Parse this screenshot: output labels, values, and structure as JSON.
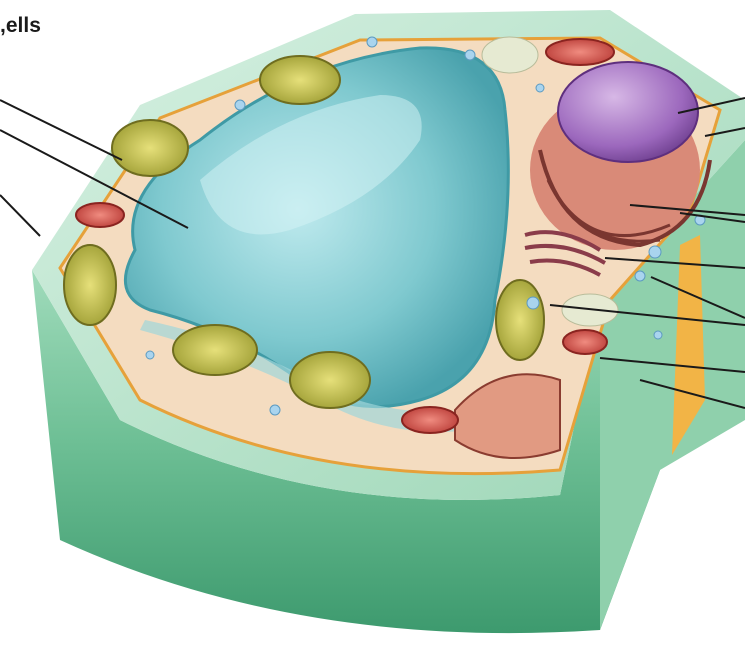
{
  "caption": {
    "text": "ells,"
  },
  "leader_lines": [
    {
      "id": "chloroplast-pointer"
    },
    {
      "id": "central-vacuole-pointer"
    },
    {
      "id": "cell-wall-pointer-left"
    },
    {
      "id": "nucleus-pointer"
    },
    {
      "id": "nuclear-envelope-pointer"
    },
    {
      "id": "rough-er-pointer"
    },
    {
      "id": "smooth-er-pointer"
    },
    {
      "id": "golgi-pointer"
    },
    {
      "id": "vesicle-pointer"
    },
    {
      "id": "cytoplasm-pointer"
    },
    {
      "id": "mitochondrion-pointer"
    },
    {
      "id": "cell-wall-pointer-right"
    }
  ],
  "colors": {
    "cell_wall": "#7cc7a0",
    "cell_wall_dark": "#3f9c72",
    "cytoplasm": "#f4dcc0",
    "vacuole": "#7fc9cf",
    "vacuole_dark": "#3f9aa5",
    "nucleus": "#a978c4",
    "er": "#c9786b",
    "chloroplast": "#b8b63a",
    "mitochondrion": "#d9534a",
    "membrane": "#e6a13a",
    "leader_line": "#1a1a1a"
  }
}
